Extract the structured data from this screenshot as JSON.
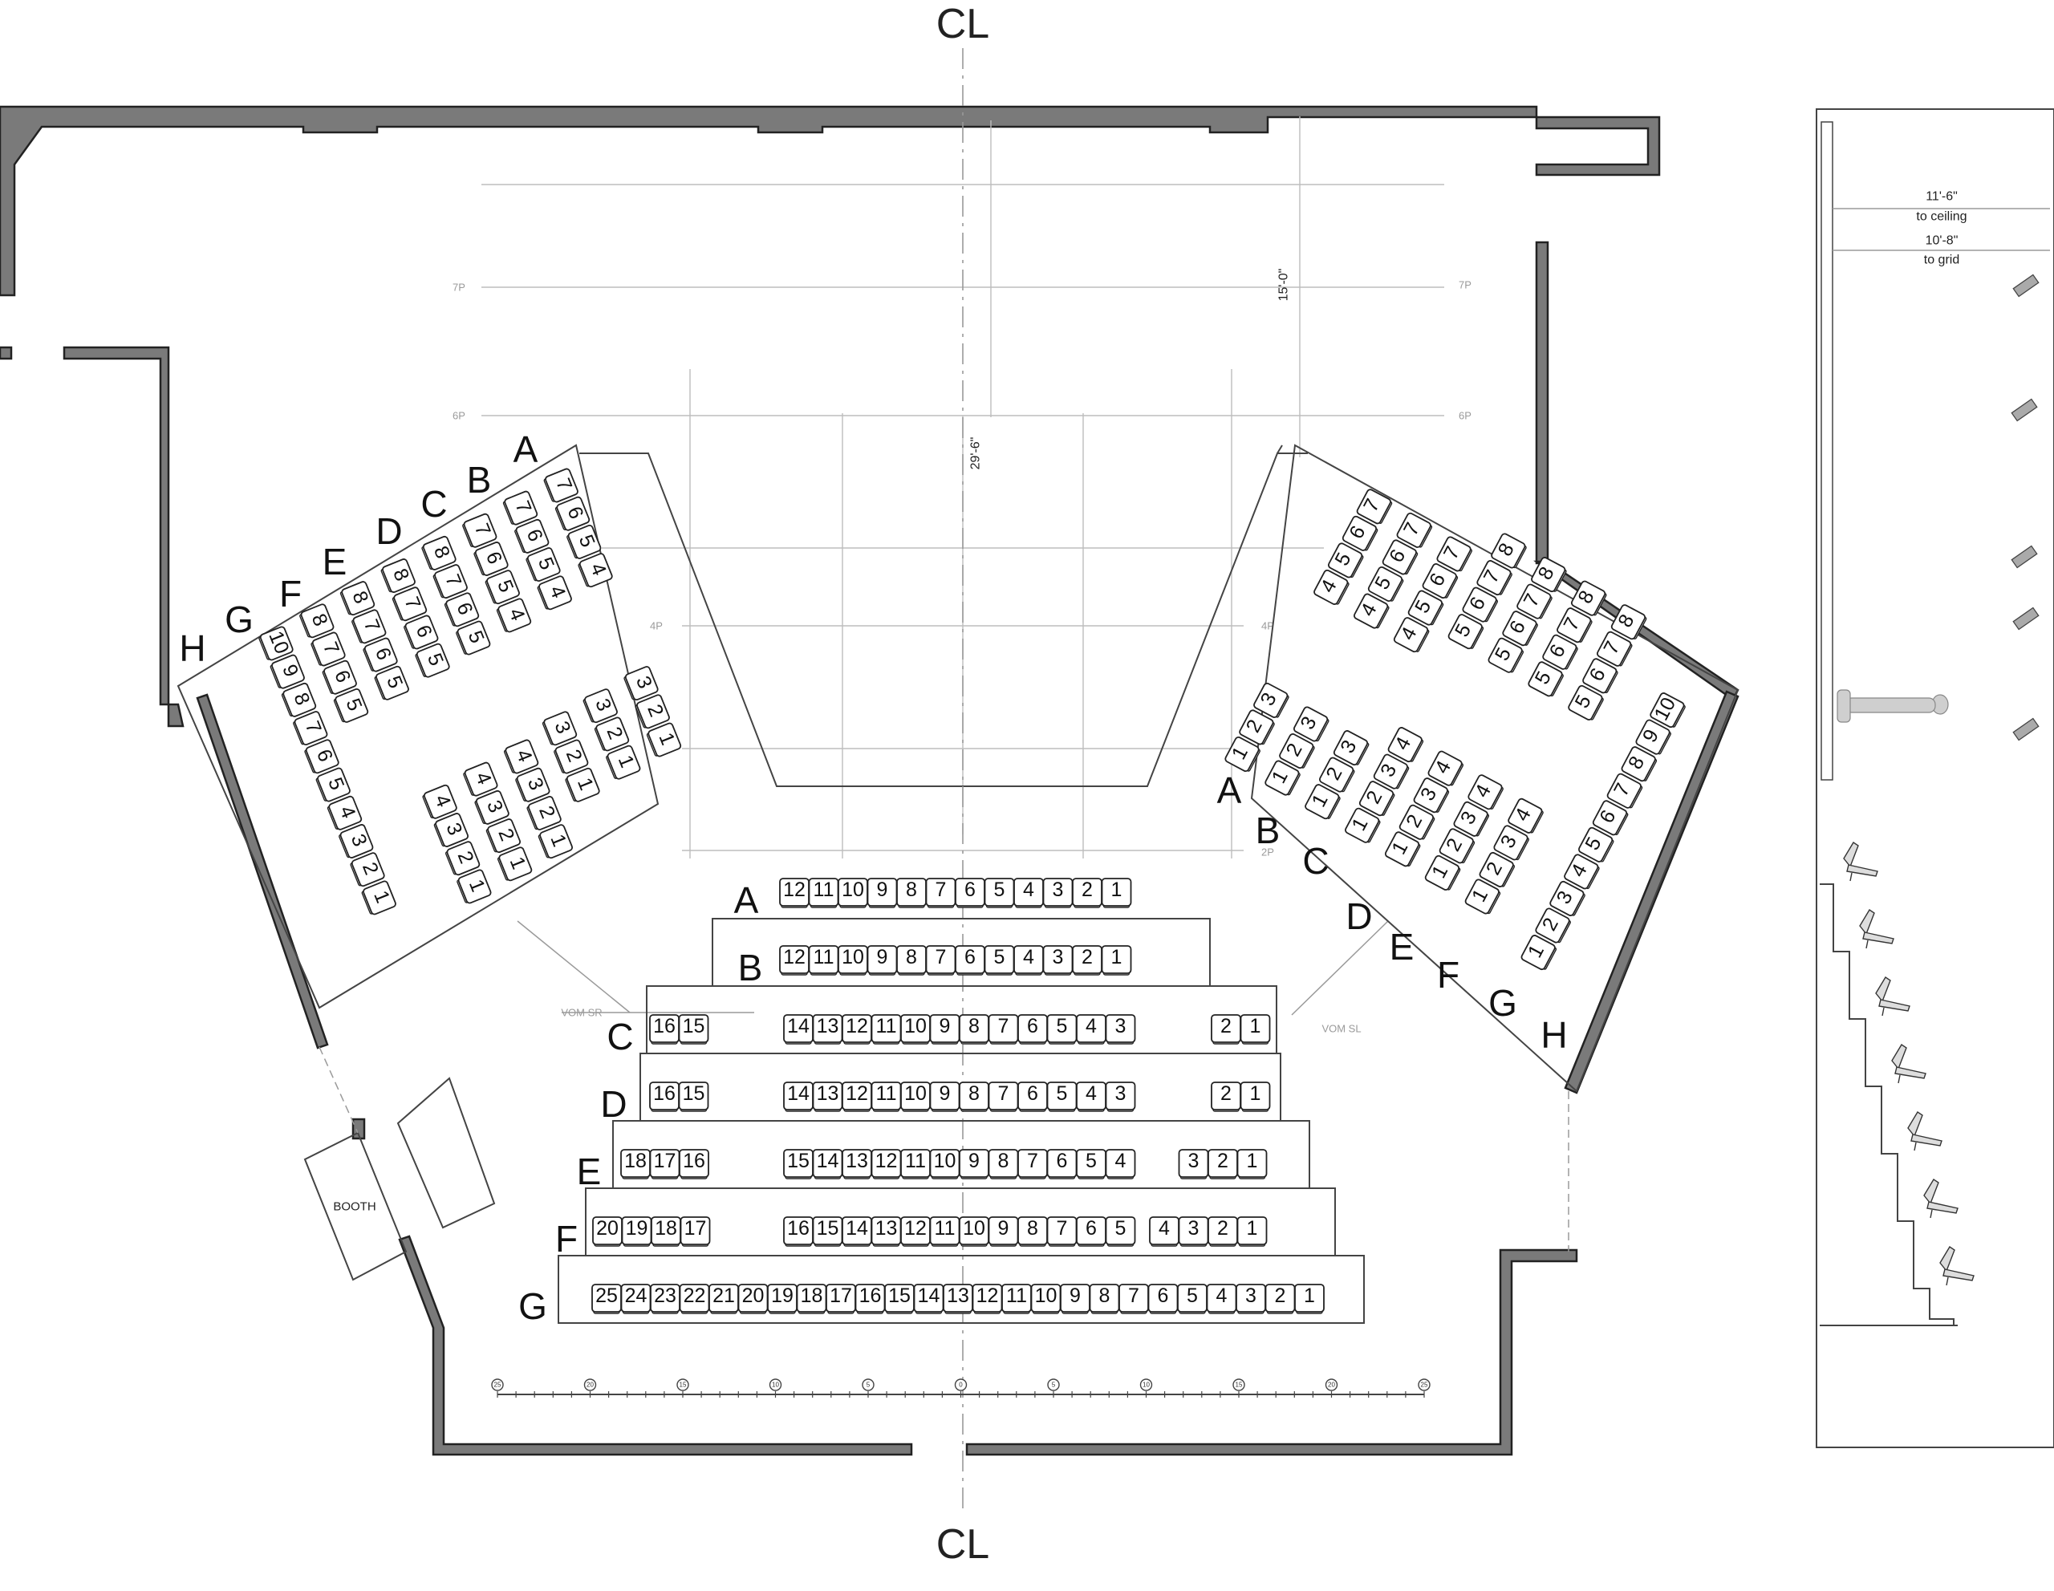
{
  "centerline_label": "CL",
  "dimensions": {
    "depth": "29'-6\"",
    "upstage": "15'-0\""
  },
  "pipe_labels": {
    "p7": "7P",
    "p6": "6P",
    "p4": "4P",
    "p2": "2P"
  },
  "vom_labels": {
    "left": "VOM SR",
    "right": "VOM SL"
  },
  "booth_label": "BOOTH",
  "section": {
    "ceiling_dim": "11'-6\"",
    "ceiling_label": "to ceiling",
    "grid_dim": "10'-8\"",
    "grid_label": "to grid"
  },
  "scale_marks": [
    "25",
    "20",
    "15",
    "10",
    "5",
    "0",
    "5",
    "10",
    "15",
    "20",
    "25"
  ],
  "center_block": {
    "rows": [
      {
        "letter": "A",
        "groups": [
          [
            "12",
            "11",
            "10",
            "9",
            "8",
            "7",
            "6",
            "5",
            "4",
            "3",
            "2",
            "1"
          ]
        ]
      },
      {
        "letter": "B",
        "groups": [
          [
            "12",
            "11",
            "10",
            "9",
            "8",
            "7",
            "6",
            "5",
            "4",
            "3",
            "2",
            "1"
          ]
        ]
      },
      {
        "letter": "C",
        "groups": [
          [
            "16",
            "15"
          ],
          [
            "14",
            "13",
            "12",
            "11",
            "10",
            "9",
            "8",
            "7",
            "6",
            "5",
            "4",
            "3"
          ],
          [
            "2",
            "1"
          ]
        ]
      },
      {
        "letter": "D",
        "groups": [
          [
            "16",
            "15"
          ],
          [
            "14",
            "13",
            "12",
            "11",
            "10",
            "9",
            "8",
            "7",
            "6",
            "5",
            "4",
            "3"
          ],
          [
            "2",
            "1"
          ]
        ]
      },
      {
        "letter": "E",
        "groups": [
          [
            "18",
            "17",
            "16"
          ],
          [
            "15",
            "14",
            "13",
            "12",
            "11",
            "10",
            "9",
            "8",
            "7",
            "6",
            "5",
            "4"
          ],
          [
            "3",
            "2",
            "1"
          ]
        ]
      },
      {
        "letter": "F",
        "groups": [
          [
            "20",
            "19",
            "18",
            "17"
          ],
          [
            "16",
            "15",
            "14",
            "13",
            "12",
            "11",
            "10",
            "9",
            "8",
            "7",
            "6",
            "5"
          ],
          [
            "4",
            "3",
            "2",
            "1"
          ]
        ]
      },
      {
        "letter": "G",
        "groups": [
          [
            "25",
            "24",
            "23",
            "22",
            "21",
            "20",
            "19",
            "18",
            "17",
            "16",
            "15",
            "14",
            "13",
            "12",
            "11",
            "10",
            "9",
            "8",
            "7",
            "6",
            "5",
            "4",
            "3",
            "2",
            "1"
          ]
        ]
      }
    ]
  },
  "left_block": {
    "rows": [
      {
        "letter": "A",
        "groups": [
          [
            "7",
            "6",
            "5",
            "4"
          ],
          [
            "3",
            "2",
            "1"
          ]
        ]
      },
      {
        "letter": "B",
        "groups": [
          [
            "7",
            "6",
            "5",
            "4"
          ],
          [
            "3",
            "2",
            "1"
          ]
        ]
      },
      {
        "letter": "C",
        "groups": [
          [
            "7",
            "6",
            "5",
            "4"
          ],
          [
            "3",
            "2",
            "1"
          ]
        ]
      },
      {
        "letter": "D",
        "groups": [
          [
            "8",
            "7",
            "6",
            "5"
          ],
          [
            "4",
            "3",
            "2",
            "1"
          ]
        ]
      },
      {
        "letter": "E",
        "groups": [
          [
            "8",
            "7",
            "6",
            "5"
          ],
          [
            "4",
            "3",
            "2",
            "1"
          ]
        ]
      },
      {
        "letter": "F",
        "groups": [
          [
            "8",
            "7",
            "6",
            "5"
          ],
          [
            "4",
            "3",
            "2",
            "1"
          ]
        ]
      },
      {
        "letter": "G",
        "groups": [
          [
            "8",
            "7",
            "6",
            "5"
          ]
        ]
      },
      {
        "letter": "H",
        "groups": [
          [
            "10",
            "9",
            "8",
            "7",
            "6",
            "5",
            "4",
            "3",
            "2",
            "1"
          ]
        ]
      }
    ]
  },
  "right_block": {
    "rows": [
      {
        "letter": "A",
        "groups": [
          [
            "1",
            "2",
            "3"
          ],
          [
            "4",
            "5",
            "6",
            "7"
          ]
        ]
      },
      {
        "letter": "B",
        "groups": [
          [
            "1",
            "2",
            "3"
          ],
          [
            "4",
            "5",
            "6",
            "7"
          ]
        ]
      },
      {
        "letter": "C",
        "groups": [
          [
            "1",
            "2",
            "3"
          ],
          [
            "4",
            "5",
            "6",
            "7"
          ]
        ]
      },
      {
        "letter": "D",
        "groups": [
          [
            "1",
            "2",
            "3",
            "4"
          ],
          [
            "5",
            "6",
            "7",
            "8"
          ]
        ]
      },
      {
        "letter": "E",
        "groups": [
          [
            "1",
            "2",
            "3",
            "4"
          ],
          [
            "5",
            "6",
            "7",
            "8"
          ]
        ]
      },
      {
        "letter": "F",
        "groups": [
          [
            "1",
            "2",
            "3",
            "4"
          ],
          [
            "5",
            "6",
            "7",
            "8"
          ]
        ]
      },
      {
        "letter": "G",
        "groups": [
          [
            "1",
            "2",
            "3",
            "4"
          ],
          [
            "5",
            "6",
            "7",
            "8"
          ]
        ]
      },
      {
        "letter": "H",
        "groups": [
          [
            "1",
            "2",
            "3",
            "4",
            "5",
            "6",
            "7",
            "8",
            "9",
            "10"
          ]
        ]
      }
    ]
  }
}
